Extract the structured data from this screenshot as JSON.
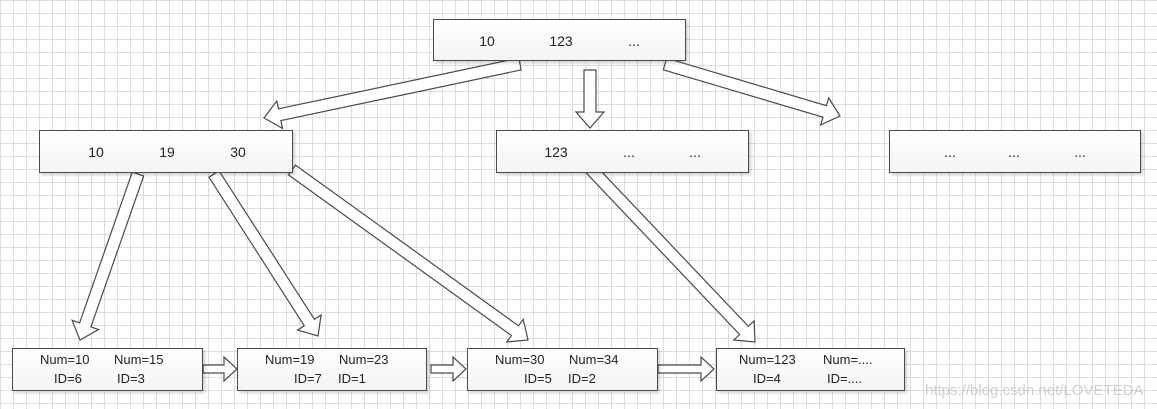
{
  "tree": {
    "root": {
      "keys": [
        "10",
        "123",
        "..."
      ]
    },
    "level1": [
      {
        "keys": [
          "10",
          "19",
          "30"
        ]
      },
      {
        "keys": [
          "123",
          "...",
          "..."
        ]
      },
      {
        "keys": [
          "...",
          "...",
          "..."
        ]
      }
    ],
    "leaves": [
      {
        "num": [
          "Num=10",
          "Num=15"
        ],
        "id": [
          "ID=6",
          "ID=3"
        ]
      },
      {
        "num": [
          "Num=19",
          "Num=23"
        ],
        "id": [
          "ID=7",
          "ID=1"
        ]
      },
      {
        "num": [
          "Num=30",
          "Num=34"
        ],
        "id": [
          "ID=5",
          "ID=2"
        ]
      },
      {
        "num": [
          "Num=123",
          "Num=...."
        ],
        "id": [
          "ID=4",
          "ID=...."
        ]
      }
    ]
  },
  "watermark": "https://blog.csdn.net/LOVETEDA"
}
